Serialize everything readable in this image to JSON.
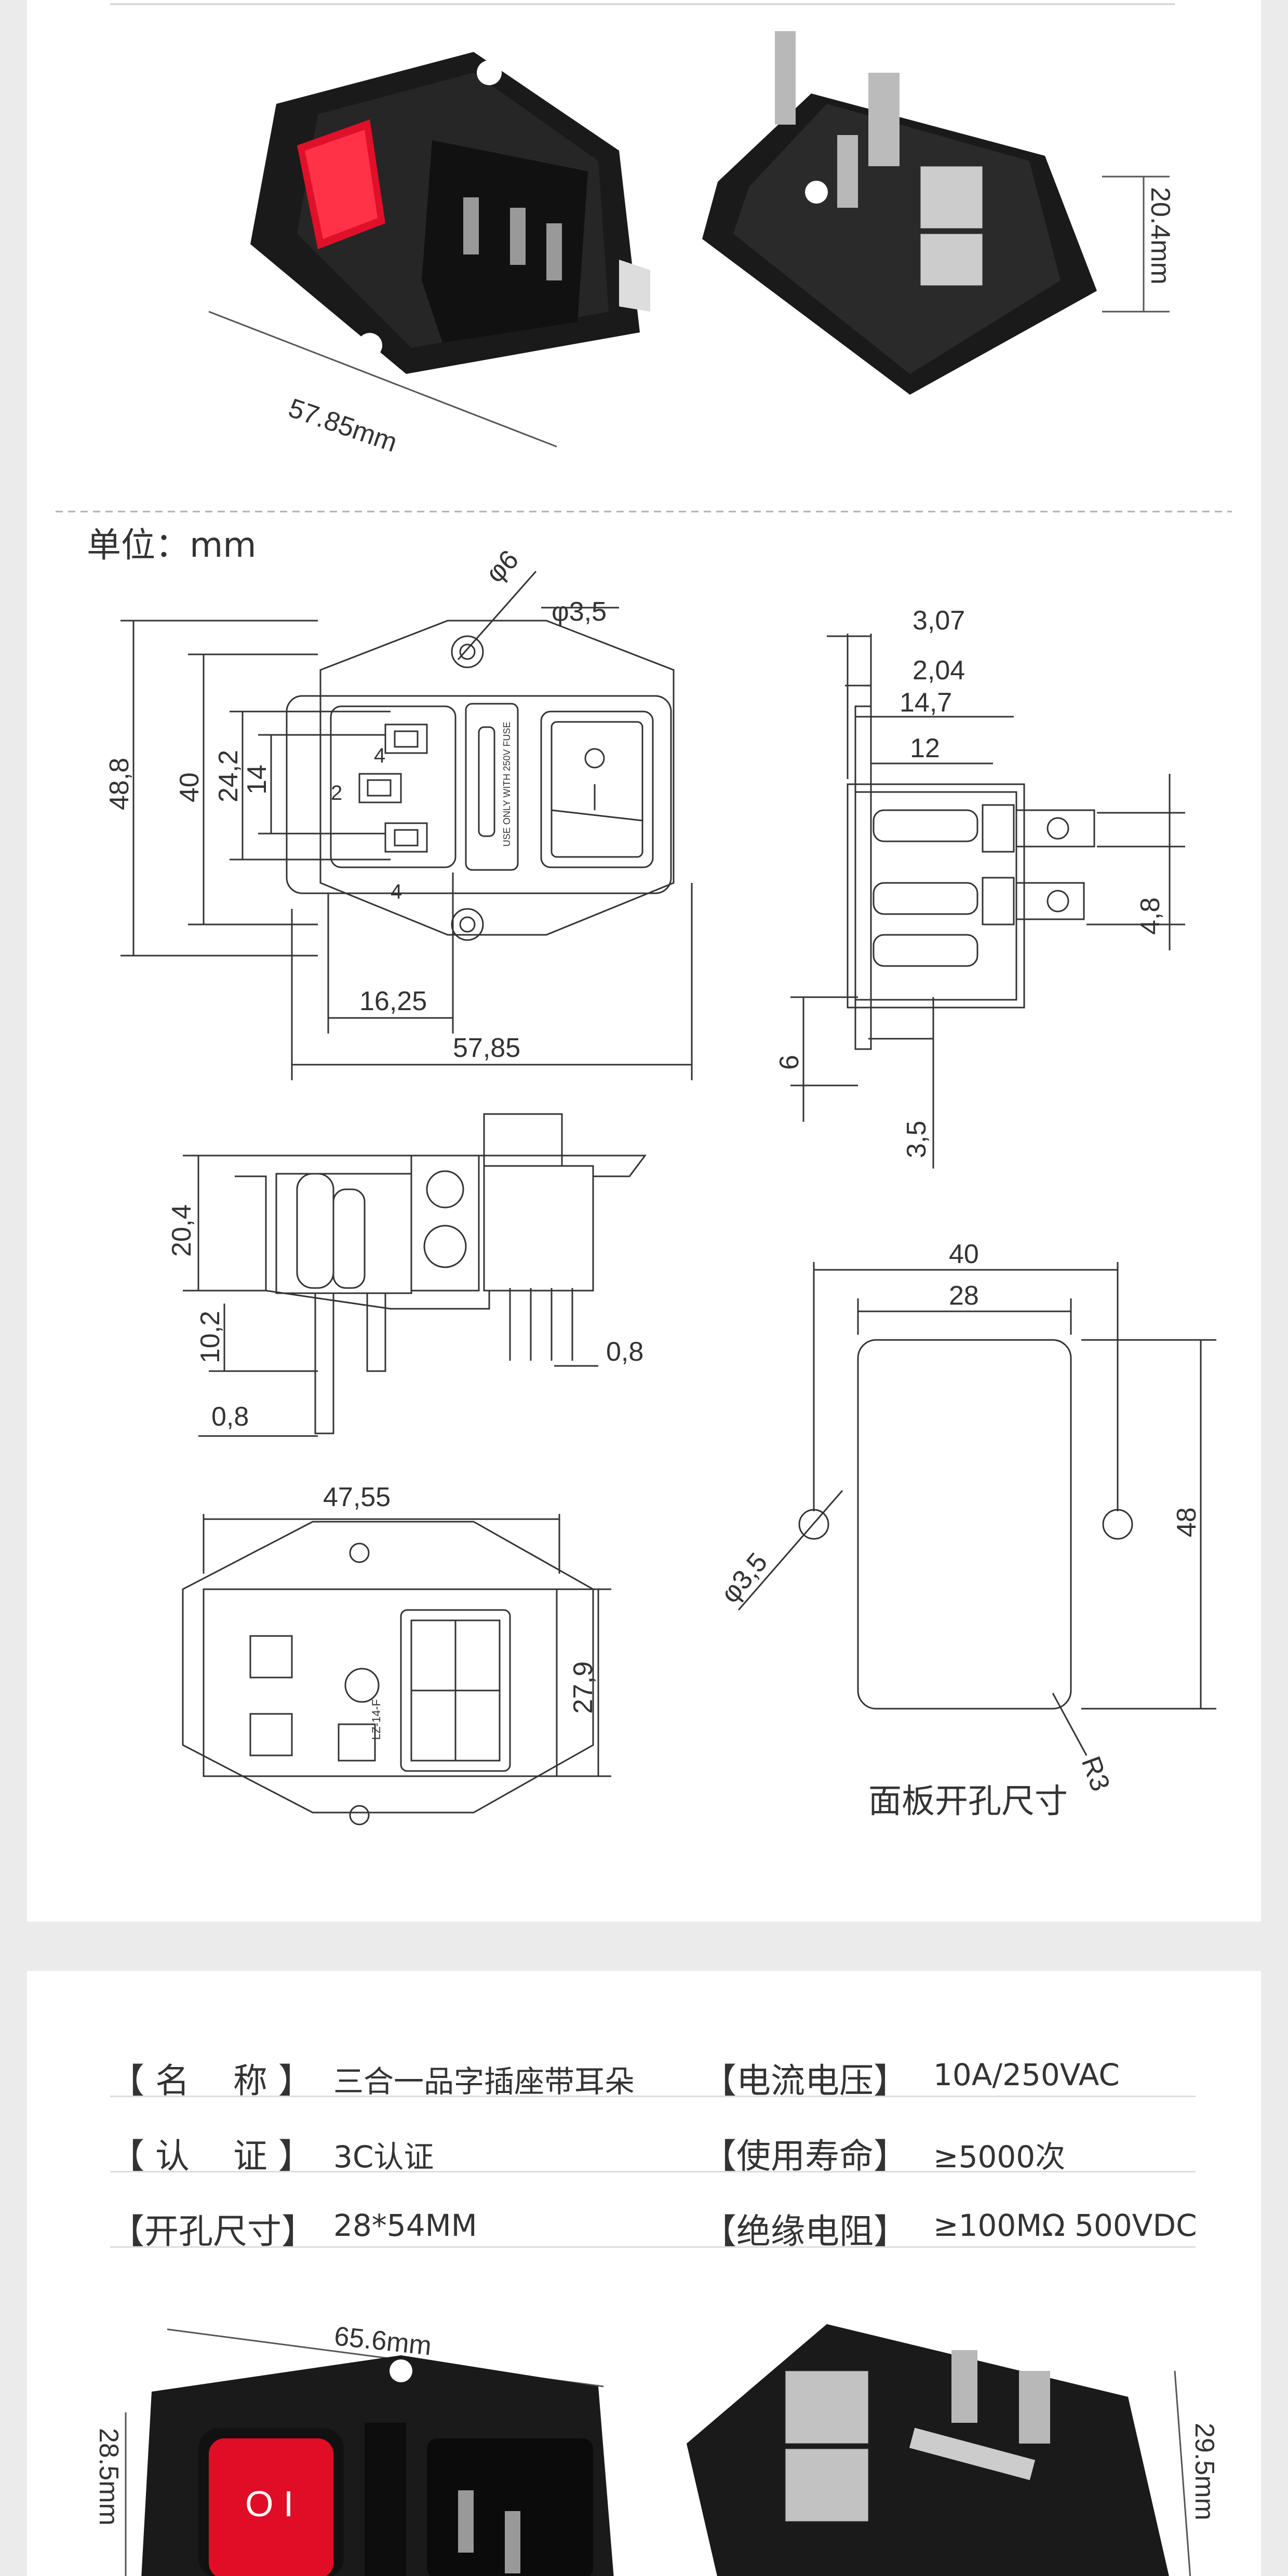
{
  "top_photo_dims": {
    "width_label": "57.85mm",
    "height_label": "20.4mm"
  },
  "drawing": {
    "unit_label": "单位：mm",
    "front": {
      "d_hole": "φ6",
      "d_small": "φ3,5",
      "h_total": "48,8",
      "h_40": "40",
      "h_24": "24,2",
      "h_14": "14",
      "pin_4a": "4",
      "pin_2": "2",
      "pin_4b": "4",
      "w_1625": "16,25",
      "w_5785": "57,85",
      "fuse_text": "USE ONLY WITH 250V FUSE"
    },
    "side": {
      "t_307": "3,07",
      "t_204": "2,04",
      "t_147": "14,7",
      "t_12": "12",
      "t_48": "4,8",
      "t_6": "6",
      "t_35": "3,5"
    },
    "bottom_side": {
      "h_204": "20,4",
      "h_102": "10,2",
      "w_08a": "0,8",
      "w_08b": "0,8"
    },
    "rear": {
      "w_4755": "47,55",
      "h_279": "27,9",
      "pcb_text": "LZ-14-F"
    },
    "cutout": {
      "w_40": "40",
      "w_28": "28",
      "h_48": "48",
      "d_35": "φ3,5",
      "r3": "R3",
      "caption": "面板开孔尺寸"
    }
  },
  "specs": [
    {
      "left_label": "【 名    称 】",
      "left_value": "三合一品字插座带耳朵",
      "right_label": "【电流电压】",
      "right_value": "10A/250VAC"
    },
    {
      "left_label": "【 认    证 】",
      "left_value": "3C认证",
      "right_label": "【使用寿命】",
      "right_value": "≥5000次"
    },
    {
      "left_label": "【开孔尺寸】",
      "left_value": "28*54MM",
      "right_label": "【绝缘电阻】",
      "right_value": "≥100MΩ 500VDC"
    }
  ],
  "bottom_photo_dims": {
    "width_label": "65.6mm",
    "height_label": "28.5mm",
    "right_height_label": "29.5mm",
    "switch_symbol": "O  I"
  }
}
